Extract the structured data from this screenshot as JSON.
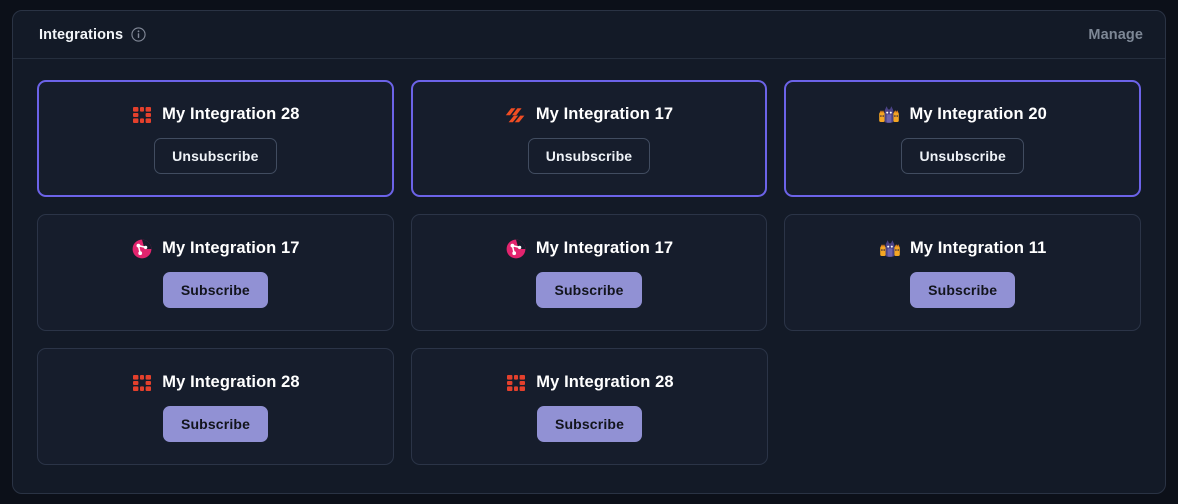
{
  "panel": {
    "title": "Integrations",
    "info_icon": "info-circle-icon",
    "manage_label": "Manage"
  },
  "colors": {
    "page_background": "#0c1019",
    "panel_background": "#131a27",
    "card_background": "#161d2c",
    "card_border": "#2b3447",
    "highlight_border": "#6c63e8",
    "subscribe_button": "#9191d4",
    "subscribe_text": "#12141c",
    "unsubscribe_border": "#414c60",
    "title_text": "#ffffff",
    "manage_text": "#7d8795",
    "icon_grid_red": "#e4402c",
    "icon_bars_orange": "#f04d23",
    "icon_circle_pink": "#e2246e",
    "icon_foxes_purple": "#4b4386"
  },
  "cards": [
    {
      "title": "My Integration 28",
      "icon": "grid-blocks-icon",
      "action_label": "Unsubscribe",
      "action_type": "unsubscribe",
      "subscribed": true
    },
    {
      "title": "My Integration 17",
      "icon": "slanted-bars-icon",
      "action_label": "Unsubscribe",
      "action_type": "unsubscribe",
      "subscribed": true
    },
    {
      "title": "My Integration 20",
      "icon": "foxes-emoji-icon",
      "action_label": "Unsubscribe",
      "action_type": "unsubscribe",
      "subscribed": true
    },
    {
      "title": "My Integration 17",
      "icon": "pink-circle-nodes-icon",
      "action_label": "Subscribe",
      "action_type": "subscribe",
      "subscribed": false
    },
    {
      "title": "My Integration 17",
      "icon": "pink-circle-nodes-icon",
      "action_label": "Subscribe",
      "action_type": "subscribe",
      "subscribed": false
    },
    {
      "title": "My Integration 11",
      "icon": "foxes-emoji-icon",
      "action_label": "Subscribe",
      "action_type": "subscribe",
      "subscribed": false
    },
    {
      "title": "My Integration 28",
      "icon": "grid-blocks-icon",
      "action_label": "Subscribe",
      "action_type": "subscribe",
      "subscribed": false
    },
    {
      "title": "My Integration 28",
      "icon": "grid-blocks-icon",
      "action_label": "Subscribe",
      "action_type": "subscribe",
      "subscribed": false
    }
  ]
}
